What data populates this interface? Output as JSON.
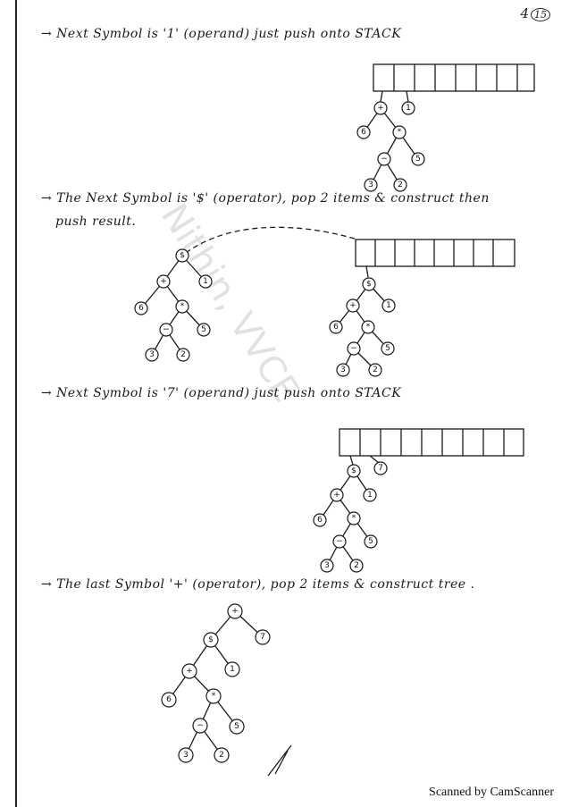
{
  "page_number": "4",
  "page_circle": "15",
  "watermark": "Nithin, VVCE",
  "scanner": "Scanned by CamScanner",
  "steps": [
    "→ Next Symbol is '1' (operand) just push onto STACK",
    "→ The Next Symbol is '$' (operator), pop 2 items & construct then",
    "push result.",
    "→ Next Symbol is '7' (operand) just push onto STACK",
    "→ The last Symbol '+' (operator), pop 2 items & construct tree ."
  ],
  "tree_nodes": [
    "+",
    "$",
    "+",
    "*",
    "−",
    "1",
    "7",
    "6",
    "5",
    "3",
    "2"
  ]
}
